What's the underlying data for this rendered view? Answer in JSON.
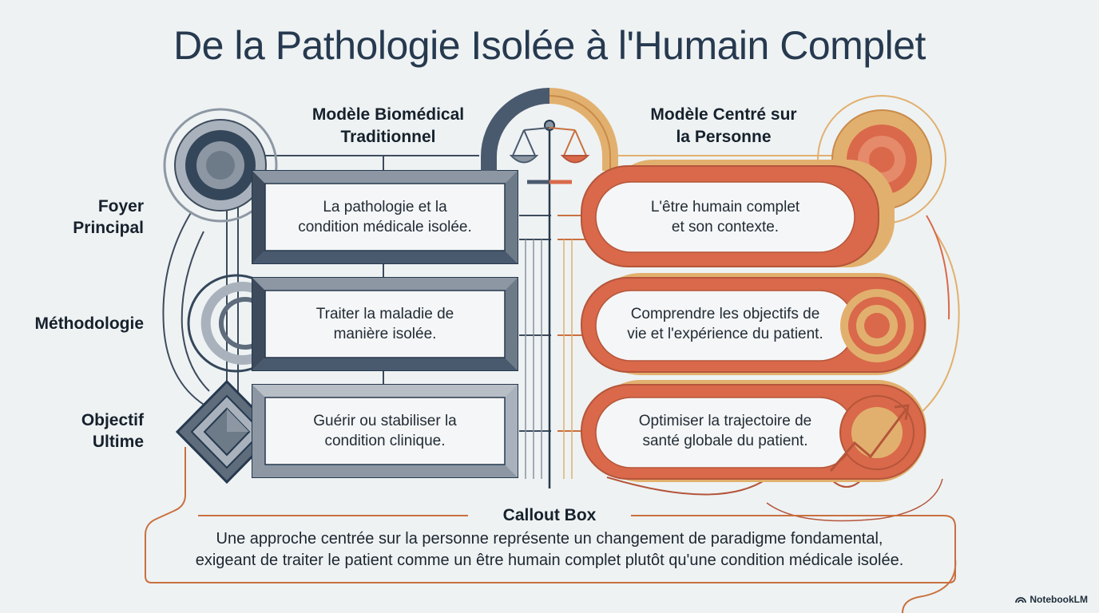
{
  "title": "De la Pathologie Isolée à l'Humain Complet",
  "columns": {
    "left": "Modèle Biomédical\nTraditionnel",
    "right": "Modèle Centré sur\nla Personne"
  },
  "rows": [
    {
      "label": "Foyer\nPrincipal",
      "left": "La pathologie et la\ncondition médicale isolée.",
      "right": "L'être humain complet\net son contexte."
    },
    {
      "label": "Méthodologie",
      "left": "Traiter la maladie de\nmanière isolée.",
      "right": "Comprendre les objectifs de\nvie et l'expérience du patient."
    },
    {
      "label": "Objectif\nUltime",
      "left": "Guérir ou stabiliser la\ncondition clinique.",
      "right": "Optimiser la trajectoire de\nsanté globale du patient."
    }
  ],
  "callout": {
    "title": "Callout Box",
    "text": "Une approche centrée sur la personne représente un changement de paradigme fondamental,\nexigeant de traiter le patient comme un être humain complet plutôt qu'une condition médicale isolée."
  },
  "brand": "NotebookLM",
  "colors": {
    "slate": "#4a5a6e",
    "slate_light": "#a9b2bc",
    "orange": "#d9694a",
    "tan": "#e2b06e",
    "navy": "#26394f"
  },
  "icons": [
    "target-icon",
    "balance-scale-icon",
    "diamond-icon",
    "growth-arrow-icon"
  ]
}
